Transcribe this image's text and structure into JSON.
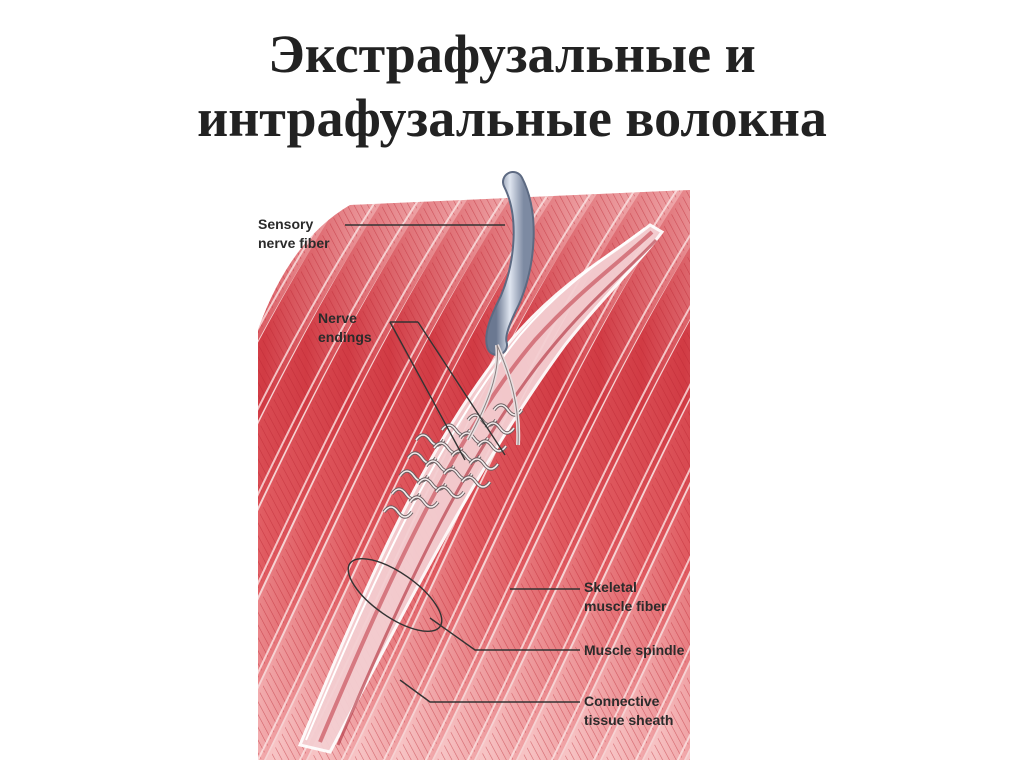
{
  "slide": {
    "title_line1": "Экстрафузальные и",
    "title_line2": "интрафузальные волокна"
  },
  "labels": {
    "sensory_nerve_fiber": [
      "Sensory",
      "nerve fiber"
    ],
    "nerve_endings": [
      "Nerve",
      "endings"
    ],
    "skeletal_muscle_fiber": [
      "Skeletal",
      "muscle fiber"
    ],
    "muscle_spindle": [
      "Muscle spindle"
    ],
    "connective_tissue_sheath": [
      "Connective",
      "tissue sheath"
    ]
  },
  "colors": {
    "muscle": "#d8434c",
    "muscle_light": "#f3a7a9",
    "nerve": "#9aa6bd",
    "spindle": "#f1c8cb",
    "label_line": "#333333"
  }
}
